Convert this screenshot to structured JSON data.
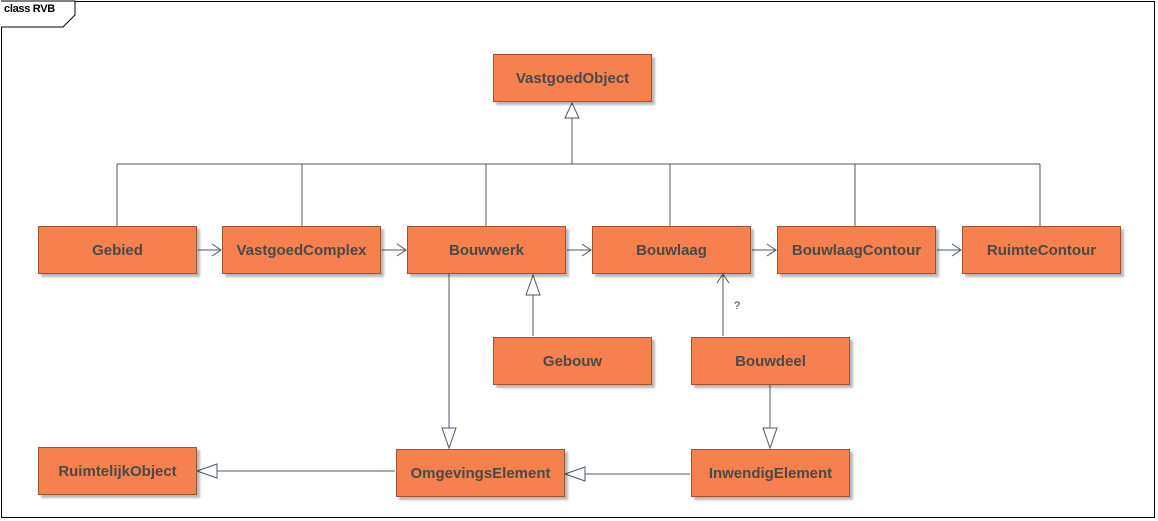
{
  "diagram": {
    "frame_label": "class RVB",
    "colors": {
      "class_fill": "#f6814f",
      "class_border": "#a0522d",
      "class_text": "#4a4a4a",
      "line": "#4d5768",
      "frame": "#000000"
    },
    "classes": {
      "vastgoedobject": "VastgoedObject",
      "gebied": "Gebied",
      "vastgoedcomplex": "VastgoedComplex",
      "bouwwerk": "Bouwwerk",
      "bouwlaag": "Bouwlaag",
      "bouwlaagcontour": "BouwlaagContour",
      "ruimtecontour": "RuimteContour",
      "gebouw": "Gebouw",
      "bouwdeel": "Bouwdeel",
      "ruimtelijkobject": "RuimtelijkObject",
      "omgevingselement": "OmgevingsElement",
      "inwendigelement": "InwendigElement"
    },
    "edge_labels": {
      "bouwdeel_bouwlaag": "?"
    }
  }
}
